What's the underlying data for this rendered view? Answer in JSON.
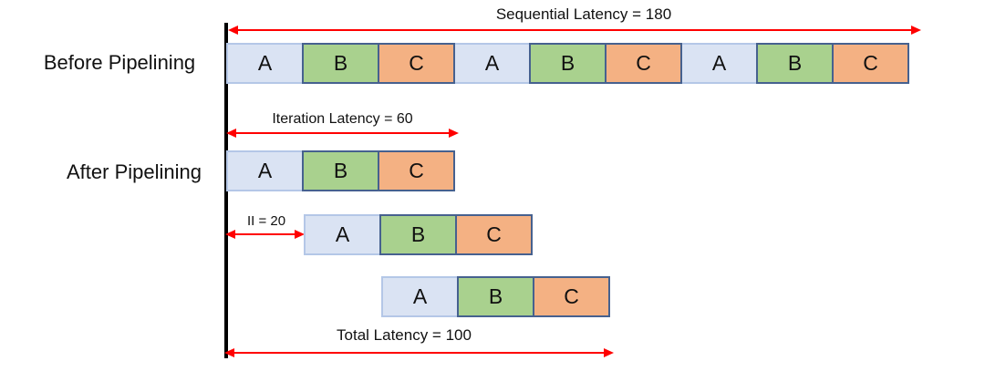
{
  "diagram": {
    "row_labels": {
      "before": "Before Pipelining",
      "after": "After Pipelining"
    },
    "stages": {
      "a": "A",
      "b": "B",
      "c": "C"
    },
    "annotations": {
      "sequential": "Sequential Latency = 180",
      "iteration": "Iteration Latency = 60",
      "ii": "II = 20",
      "total": "Total Latency = 100"
    },
    "values": {
      "sequential_latency": 180,
      "iteration_latency": 60,
      "initiation_interval": 20,
      "total_latency": 100,
      "stage_duration": 20,
      "iterations": 3
    },
    "colors": {
      "stage_a_fill": "#dae3f3",
      "stage_a_border": "#b4c7e7",
      "stage_b_fill": "#a9d18e",
      "stage_c_fill": "#f4b183",
      "stage_bc_border": "#46618f",
      "arrow": "#ff0000",
      "timeline": "#000000"
    }
  }
}
